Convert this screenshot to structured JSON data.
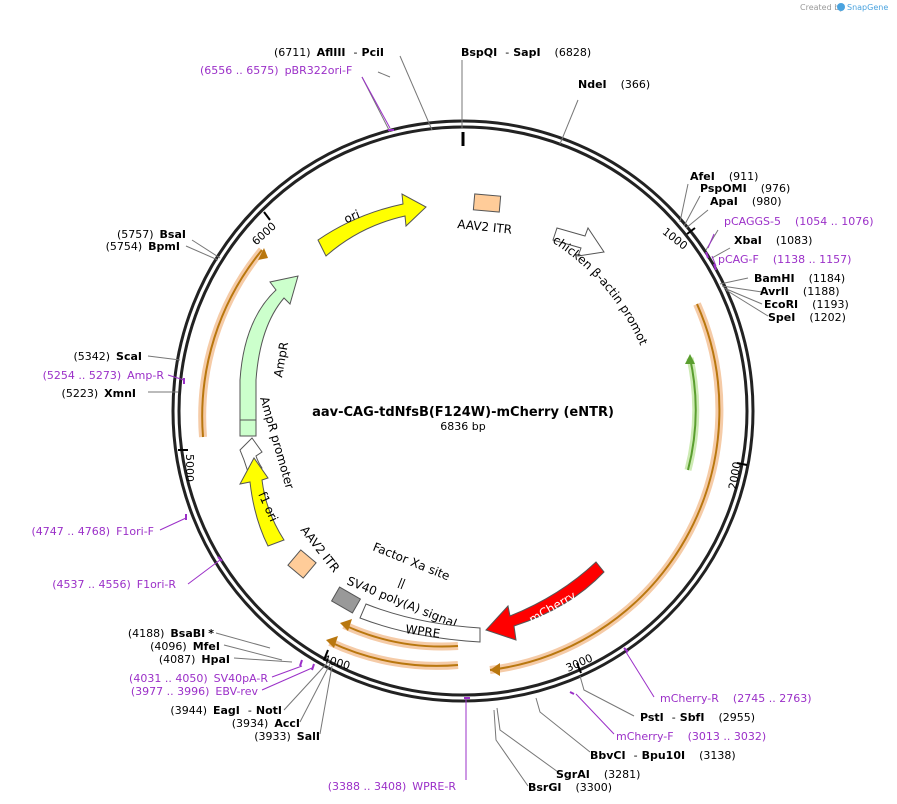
{
  "credit": {
    "prefix": "Created by",
    "brand": "SnapGene"
  },
  "plasmid": {
    "name": "aav-CAG-tdNfsB(F124W)-mCherry (eNTR)",
    "length_label": "6836 bp"
  },
  "ticks": [
    "1000",
    "2000",
    "3000",
    "4000",
    "5000",
    "6000"
  ],
  "features": {
    "ori": "ori",
    "aav2_itr_top": "AAV2 ITR",
    "chicken_promoter": "chicken β-actin promoter",
    "ampr": "AmpR",
    "ampr_promoter": "AmpR promoter",
    "f1_ori": "f1 ori",
    "aav2_itr_bottom": "AAV2 ITR",
    "factor_xa": "Factor Xa site",
    "sv40pa": "SV40 poly(A) signal",
    "wpre": "WPRE",
    "mcherry": "mCherry"
  },
  "enzymes": {
    "afliii": {
      "pos": "(6711)",
      "name": "AflIII",
      "sep": "-",
      "name2": "PciI"
    },
    "bspqi": {
      "name": "BspQI",
      "sep": "-",
      "name2": "SapI",
      "pos": "(6828)"
    },
    "ndei": {
      "name": "NdeI",
      "pos": "(366)"
    },
    "afei": {
      "name": "AfeI",
      "pos": "(911)"
    },
    "pspomi": {
      "name": "PspOMI",
      "pos": "(976)"
    },
    "apai": {
      "name": "ApaI",
      "pos": "(980)"
    },
    "xbai": {
      "name": "XbaI",
      "pos": "(1083)"
    },
    "bamhi": {
      "name": "BamHI",
      "pos": "(1184)"
    },
    "avrii": {
      "name": "AvrII",
      "pos": "(1188)"
    },
    "ecori": {
      "name": "EcoRI",
      "pos": "(1193)"
    },
    "spei": {
      "name": "SpeI",
      "pos": "(1202)"
    },
    "bsai": {
      "pos": "(5757)",
      "name": "BsaI"
    },
    "bpmi": {
      "pos": "(5754)",
      "name": "BpmI"
    },
    "scai": {
      "pos": "(5342)",
      "name": "ScaI"
    },
    "xmni": {
      "pos": "(5223)",
      "name": "XmnI"
    },
    "bsabi": {
      "pos": "(4188)",
      "name": "BsaBI",
      "mark": "*"
    },
    "mfei": {
      "pos": "(4096)",
      "name": "MfeI"
    },
    "hpai": {
      "pos": "(4087)",
      "name": "HpaI"
    },
    "eagi": {
      "pos": "(3944)",
      "name": "EagI",
      "sep": "-",
      "name2": "NotI"
    },
    "acci": {
      "pos": "(3934)",
      "name": "AccI"
    },
    "sali": {
      "pos": "(3933)",
      "name": "SalI"
    },
    "psti": {
      "name": "PstI",
      "sep": "-",
      "name2": "SbfI",
      "pos": "(2955)"
    },
    "bbvci": {
      "name": "BbvCI",
      "sep": "-",
      "name2": "Bpu10I",
      "pos": "(3138)"
    },
    "sgrai": {
      "name": "SgrAI",
      "pos": "(3281)"
    },
    "bsrgi": {
      "name": "BsrGI",
      "pos": "(3300)"
    }
  },
  "primers": {
    "pbr322": {
      "range": "(6556 .. 6575)",
      "name": "pBR322ori-F"
    },
    "pcaggs5": {
      "name": "pCAGGS-5",
      "range": "(1054 .. 1076)"
    },
    "pcagf": {
      "name": "pCAG-F",
      "range": "(1138 .. 1157)"
    },
    "ampr": {
      "range": "(5254 .. 5273)",
      "name": "Amp-R"
    },
    "f1orif": {
      "range": "(4747 .. 4768)",
      "name": "F1ori-F"
    },
    "f1orir": {
      "range": "(4537 .. 4556)",
      "name": "F1ori-R"
    },
    "sv40par": {
      "range": "(4031 .. 4050)",
      "name": "SV40pA-R"
    },
    "ebvrev": {
      "range": "(3977 .. 3996)",
      "name": "EBV-rev"
    },
    "mcherryr": {
      "name": "mCherry-R",
      "range": "(2745 .. 2763)"
    },
    "mcherryf": {
      "name": "mCherry-F",
      "range": "(3013 .. 3032)"
    },
    "wprer": {
      "range": "(3388 .. 3408)",
      "name": "WPRE-R"
    }
  },
  "colors": {
    "ori": "#ffff00",
    "itr": "#ffcc99",
    "promoter": "#ffffff",
    "ampr": "#ccffcc",
    "f1ori": "#ffff00",
    "sv40pa": "#999999",
    "mcherry": "#ff0000",
    "orf": "#f5b041",
    "primer": "#9b30c8",
    "green_orf": "#7ec850"
  }
}
